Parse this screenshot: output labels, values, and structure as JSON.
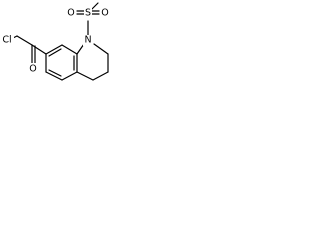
{
  "molecule": {
    "atoms": {
      "n": "N",
      "s": "S",
      "o1": "O",
      "o2": "O",
      "cl": "Cl",
      "o_ketone": "O"
    },
    "colors": {
      "bond": "#000000",
      "background": "#ffffff"
    }
  }
}
